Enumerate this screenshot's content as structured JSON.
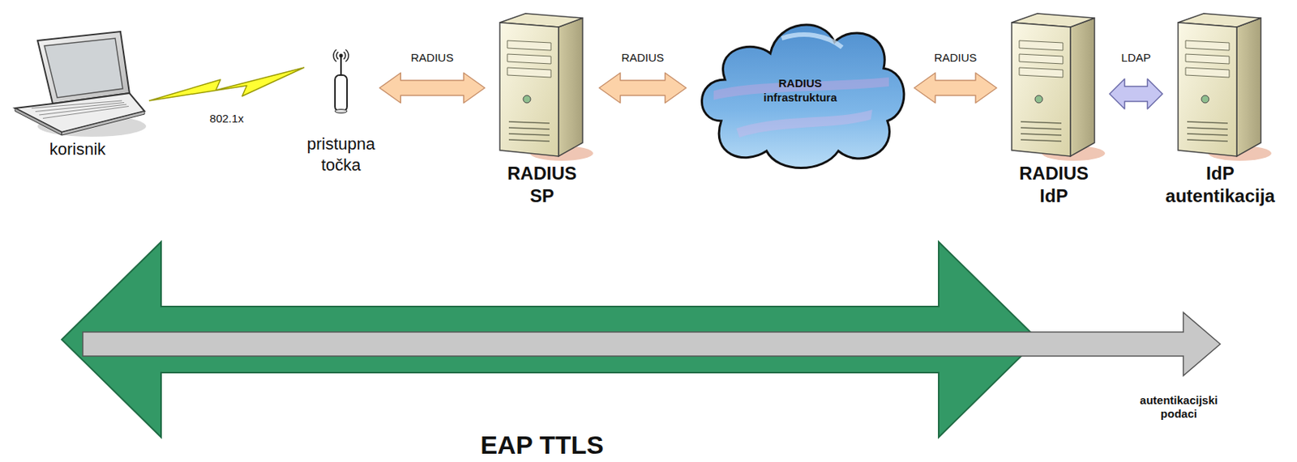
{
  "diagram": {
    "nodes": [
      {
        "text": [
          "korisnik"
        ]
      },
      {
        "text": [
          "pristupna točka"
        ]
      },
      {
        "text": [
          "RADIUS SP"
        ]
      },
      {
        "text": [
          "RADIUS infrastruktura"
        ]
      },
      {
        "text": [
          "RADIUS IdP"
        ]
      },
      {
        "text": [
          "IdP autentikacija"
        ]
      }
    ],
    "edges": [
      {
        "from": 0,
        "to": 1,
        "label": "802.1x",
        "arrow": "none"
      },
      {
        "from": 1,
        "to": 2,
        "label": "RADIUS",
        "arrow": "both"
      },
      {
        "from": 2,
        "to": 3,
        "label": "RADIUS",
        "arrow": "both"
      },
      {
        "from": 3,
        "to": 4,
        "label": "RADIUS",
        "arrow": "both"
      },
      {
        "from": 4,
        "to": 5,
        "label": "LDAP",
        "arrow": "both"
      }
    ],
    "labels": [
      "EAP TTLS",
      "autentikacijski podaci"
    ]
  }
}
